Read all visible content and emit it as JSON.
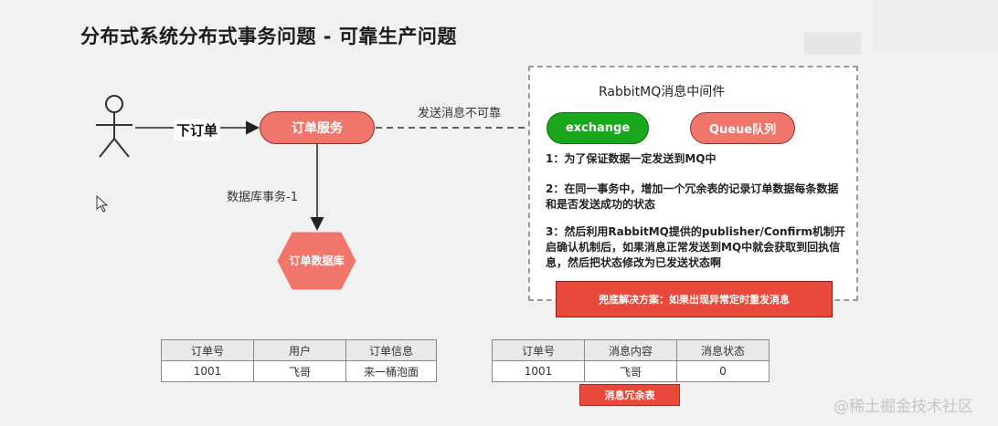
{
  "title": "分布式系统分布式事务问题 - 可靠生产问题",
  "actor_label": "下订单",
  "order_service": "订单服务",
  "send_label": "发送消息不可靠",
  "db_tx_label": "数据库事务-1",
  "order_db": "订单数据库",
  "rabbit_title": "RabbitMQ消息中间件",
  "exchange": "exchange",
  "queue": "Queue队列",
  "steps": {
    "s1": "1：为了保证数据一定发送到MQ中",
    "s2": "2：在同一事务中，增加一个冗余表的记录订单数据每条数据和是否发送成功的状态",
    "s3": "3：然后利用RabbitMQ提供的publisher/Confirm机制开启确认机制后，如果消息正常发送到MQ中就会获取到回执信息，然后把状态修改为已发送状态啊"
  },
  "fallback": "兜底解决方案：如果出现异常定时重发消息",
  "order_table": {
    "headers": [
      "订单号",
      "用户",
      "订单信息"
    ],
    "rows": [
      [
        "1001",
        "飞哥",
        "来一桶泡面"
      ]
    ]
  },
  "msg_table": {
    "headers": [
      "订单号",
      "消息内容",
      "消息状态"
    ],
    "rows": [
      [
        "1001",
        "飞哥",
        "0"
      ]
    ]
  },
  "redundant_label": "消息冗余表",
  "watermark": "@稀土掘金技术社区",
  "colors": {
    "red_node": "#f0766c",
    "green_node": "#19a81b",
    "alert": "#e8493a"
  }
}
